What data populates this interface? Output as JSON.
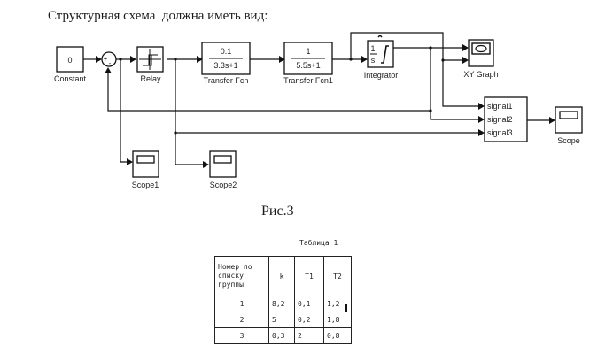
{
  "heading": "Структурная схема  должна иметь вид:",
  "caption": "Рис.3",
  "diagram": {
    "constant": {
      "value": "0",
      "label": "Constant"
    },
    "sum": {
      "signs": "+-",
      "plus": "+",
      "minus": "-"
    },
    "relay": {
      "label": "Relay"
    },
    "transfer_fcn": {
      "numerator": "0.1",
      "denominator": "3.3s+1",
      "label": "Transfer Fcn"
    },
    "transfer_fcn1": {
      "numerator": "1",
      "denominator": "5.5s+1",
      "label": "Transfer Fcn1"
    },
    "integrator": {
      "numerator": "1",
      "denominator": "s",
      "label": "Integrator"
    },
    "xy_graph": {
      "label": "XY Graph"
    },
    "mux": {
      "inputs": [
        "signal1",
        "signal2",
        "signal3"
      ]
    },
    "scope": {
      "label": "Scope"
    },
    "scope1": {
      "label": "Scope1"
    },
    "scope2": {
      "label": "Scope2"
    }
  },
  "table": {
    "title": "Таблица 1",
    "headers": [
      "Номер по списку группы",
      "k",
      "T1",
      "T2"
    ],
    "rows": [
      [
        "1",
        "8,2",
        "0,1",
        "1,2"
      ],
      [
        "2",
        "5",
        "0,2",
        "1,8"
      ],
      [
        "3",
        "0,3",
        "2",
        "0,8"
      ]
    ]
  }
}
